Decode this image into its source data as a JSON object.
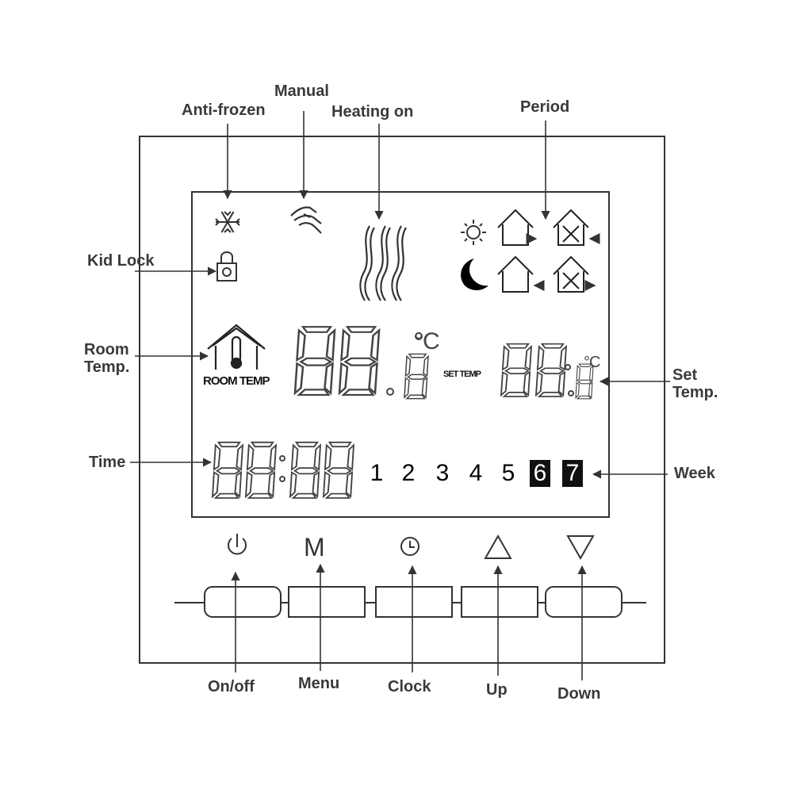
{
  "labels": {
    "manual": "Manual",
    "anti_frozen": "Anti-frozen",
    "heating_on": "Heating on",
    "period": "Period",
    "kid_lock": "Kid Lock",
    "room_temp_line1": "Room",
    "room_temp_line2": "Temp.",
    "set_temp_line1": "Set",
    "set_temp_line2": "Temp.",
    "time": "Time",
    "week": "Week"
  },
  "lcd": {
    "room_temp_caption": "ROOM TEMP",
    "set_temp_caption": "SET TEMP",
    "celsius_room": "°C",
    "celsius_set": "°C",
    "week_days": [
      {
        "label": "1",
        "highlighted": false
      },
      {
        "label": "2",
        "highlighted": false
      },
      {
        "label": "3",
        "highlighted": false
      },
      {
        "label": "4",
        "highlighted": false
      },
      {
        "label": "5",
        "highlighted": false
      },
      {
        "label": "6",
        "highlighted": true
      },
      {
        "label": "7",
        "highlighted": true
      }
    ]
  },
  "buttons": {
    "on_off": "On/off",
    "menu": "Menu",
    "clock": "Clock",
    "up": "Up",
    "down": "Down",
    "menu_glyph": "M"
  },
  "icons": {
    "snowflake": "snowflake-icon",
    "manual_hand": "hand-icon",
    "heating": "heat-waves-icon",
    "sun": "sun-icon",
    "moon": "moon-icon",
    "lock": "lock-icon",
    "house_thermometer": "house-thermometer-icon",
    "power": "power-icon",
    "clock": "clock-icon",
    "triangle_up": "triangle-up-icon",
    "triangle_down": "triangle-down-icon"
  },
  "colors": {
    "ink": "#333333",
    "label": "#3a3a3a",
    "highlight": "#111111"
  }
}
